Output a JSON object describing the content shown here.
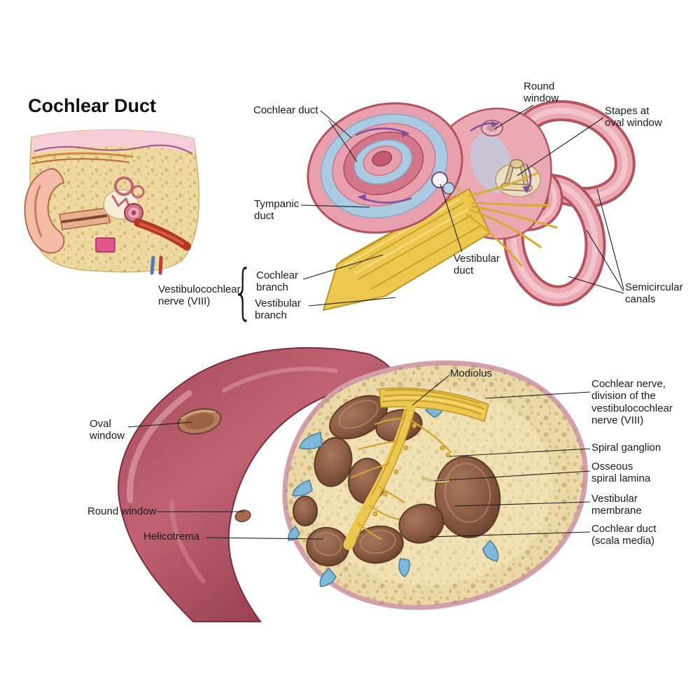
{
  "title": "Cochlear Duct",
  "top_diagram": {
    "brace": "{",
    "labels": {
      "cochlear_duct": "Cochlear duct",
      "round_window": "Round\nwindow",
      "stapes": "Stapes at\noval window",
      "tympanic_duct": "Tympanic\nduct",
      "vestibular_duct": "Vestibular\nduct",
      "semicircular_canals": "Semicircular\ncanals",
      "vestibulocochlear_nerve": "Vestibulocochlear\nnerve (VIII)",
      "cochlear_branch": "Cochlear\nbranch",
      "vestibular_branch": "Vestibular\nbranch"
    }
  },
  "bottom_diagram": {
    "labels": {
      "modiolus": "Modiolus",
      "cochlear_nerve": "Cochlear nerve,\ndivision of the\nvestibulocochlear\nnerve (VIII)",
      "spiral_ganglion": "Spiral ganglion",
      "osseous_spiral_lamina": "Osseous\nspiral lamina",
      "vestibular_membrane": "Vestibular\nmembrane",
      "cochlear_duct_scala_media": "Cochlear duct\n(scala media)",
      "oval_window": "Oval\nwindow",
      "round_window": "Round window",
      "helicotrema": "Helicotrema"
    }
  },
  "colors": {
    "background": "#ffffff",
    "label_text": "#1a1a1a",
    "leader_line": "#1a1a1a",
    "cochlea_pink": "#e8a0ae",
    "canal_rose_outline": "#b3535f",
    "duct_blue": "#abcbe3",
    "nerve_yellow": "#ecc94e",
    "bone_tan": "#ecd9a8",
    "chamber_brown": "#8a5a42",
    "wall_rose": "#a34a5a",
    "arrow_purple": "#7d4f9e"
  }
}
